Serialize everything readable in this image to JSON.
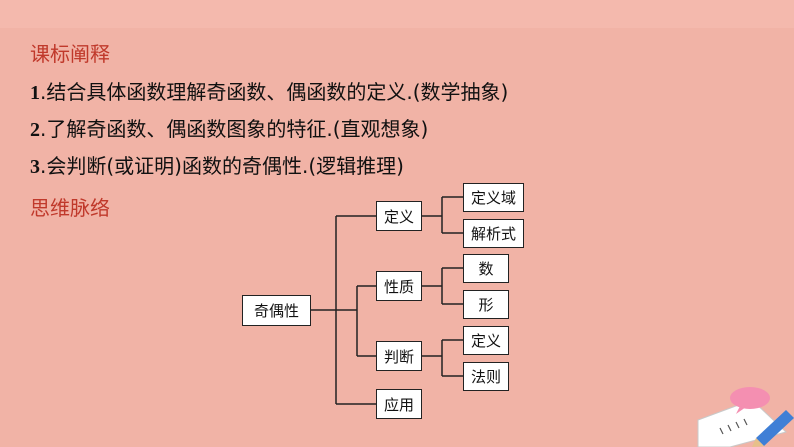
{
  "heading_standards": "课标阐释",
  "objectives": [
    {
      "num": "1",
      "text": ".结合具体函数理解奇函数、偶函数的定义.(数学抽象)"
    },
    {
      "num": "2",
      "text": ".了解奇函数、偶函数图象的特征.(直观想象)"
    },
    {
      "num": "3",
      "text": ".会判断(或证明)函数的奇偶性.(逻辑推理)"
    }
  ],
  "heading_mindmap": "思维脉络",
  "mindmap": {
    "root": "奇偶性",
    "branches": [
      {
        "label": "定义",
        "children": [
          "定义域",
          "解析式"
        ]
      },
      {
        "label": "性质",
        "children": [
          "数",
          "形"
        ]
      },
      {
        "label": "判断",
        "children": [
          "定义",
          "法则"
        ]
      },
      {
        "label": "应用",
        "children": []
      }
    ]
  },
  "colors": {
    "background": "#f1b3a6",
    "heading": "#c0392b",
    "text": "#111111",
    "box_fill": "#ffffff",
    "box_border": "#222222"
  }
}
